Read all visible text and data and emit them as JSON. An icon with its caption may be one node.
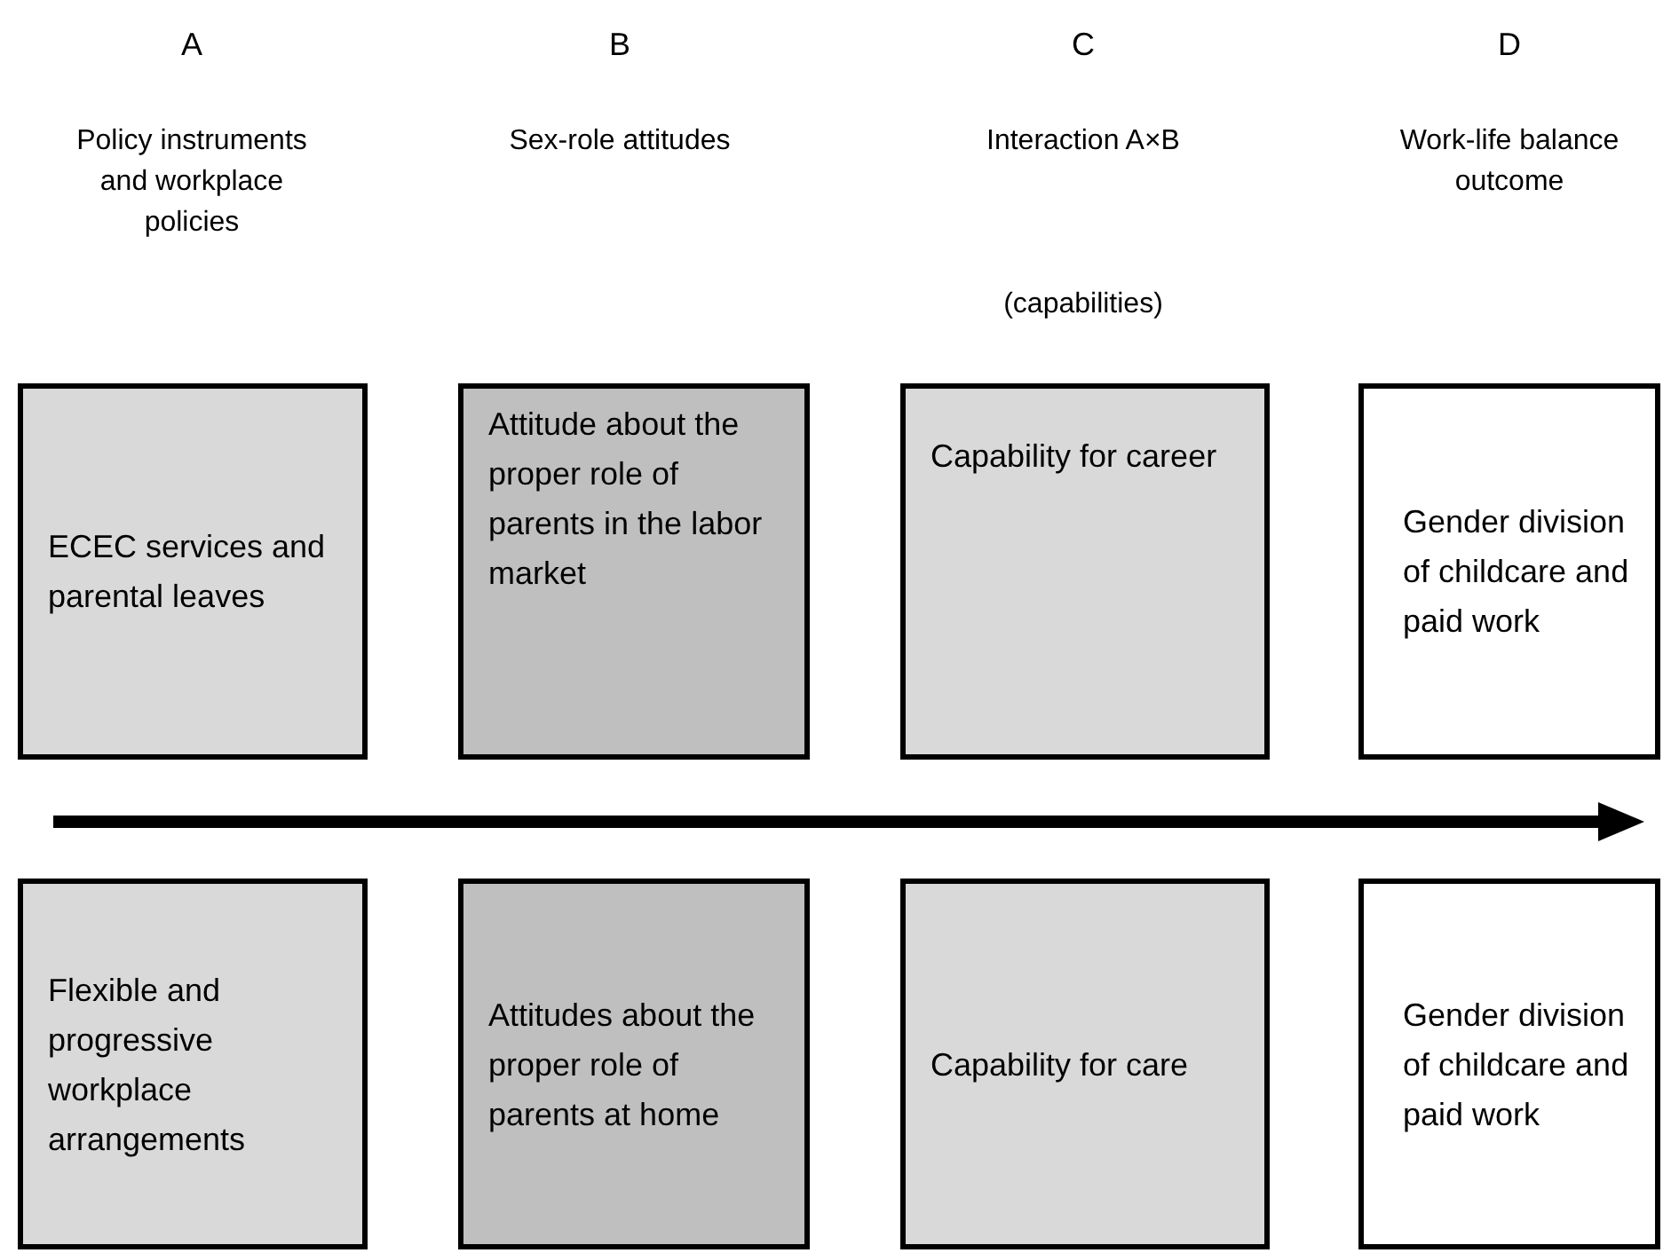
{
  "diagram": {
    "nodes": [
      {
        "text": [
          "ECEC services and parental leaves"
        ]
      },
      {
        "text": [
          "Attitude about the proper role of parents in the labor market"
        ]
      },
      {
        "text": [
          "Capability for career"
        ]
      },
      {
        "text": [
          "Gender division of childcare and paid work"
        ]
      },
      {
        "text": [
          "Flexible and progressive workplace arrangements"
        ]
      },
      {
        "text": [
          "Attitudes about the proper role of parents at home"
        ]
      },
      {
        "text": [
          "Capability for care"
        ]
      },
      {
        "text": [
          "Gender division of childcare and paid work"
        ]
      }
    ],
    "labels": [
      "A",
      "B",
      "C",
      "D",
      "Policy instruments and workplace policies",
      "Sex-role attitudes",
      "Interaction A×B",
      "(capabilities)",
      "Work-life balance outcome"
    ]
  }
}
